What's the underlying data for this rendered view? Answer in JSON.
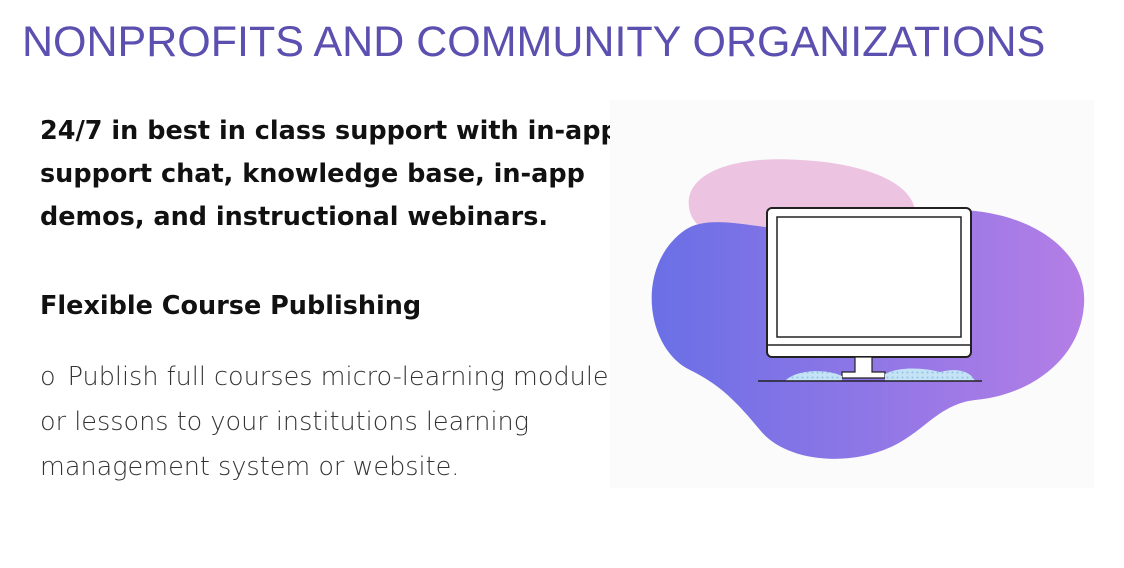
{
  "header": {
    "title": "NONPROFITS AND COMMUNITY ORGANIZATIONS"
  },
  "support": {
    "text": "24/7 in best in class support with in-app support chat, knowledge base, in-app demos, and instructional webinars."
  },
  "publishing": {
    "heading": "Flexible Course Publishing",
    "bullet_marker": "o",
    "bullet_text": "Publish full courses micro-learning modules, or lessons to your institutions learning management system or website."
  },
  "illustration": {
    "icon": "monitor-icon",
    "colors": {
      "pink_blob": "#ecc3e1",
      "blob_gradient_start": "#6a6fe6",
      "blob_gradient_end": "#b47ee6",
      "screen_frame": "#ffffff",
      "outline": "#222222",
      "stand_dots": "#a9d3ee"
    }
  },
  "colors": {
    "title": "#5b4fb0",
    "body_text": "#111111",
    "bullet_text": "#333333"
  }
}
